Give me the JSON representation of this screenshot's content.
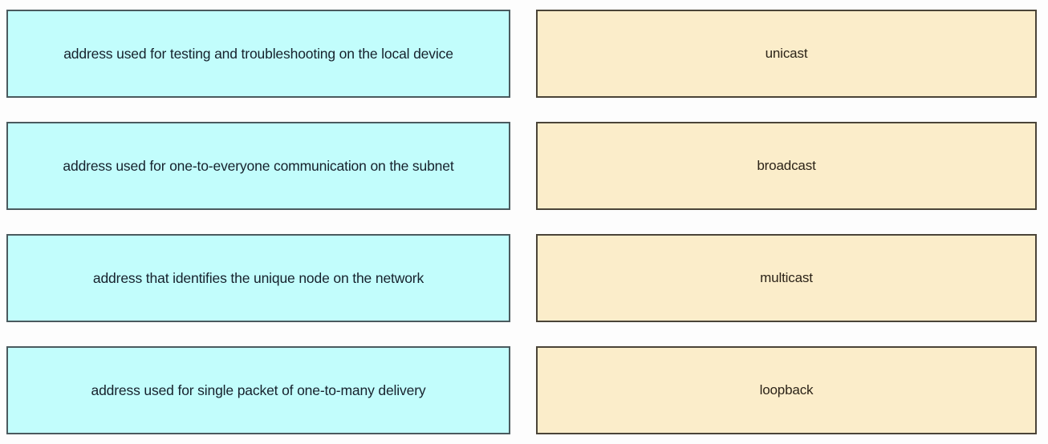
{
  "exercise": {
    "type": "matching",
    "columns": {
      "left": {
        "name": "descriptions",
        "fill_color": "#c2fdfc",
        "border_color": "#4a5a5e"
      },
      "right": {
        "name": "terms",
        "fill_color": "#fbedca",
        "border_color": "#4a4438"
      }
    },
    "rows": [
      {
        "description": "address used for testing and troubleshooting on the local device",
        "term": "unicast"
      },
      {
        "description": "address used for one-to-everyone communication on the subnet",
        "term": "broadcast"
      },
      {
        "description": "address that identifies the unique node on the network",
        "term": "multicast"
      },
      {
        "description": "address used for single packet of one-to-many delivery",
        "term": "loopback"
      }
    ]
  }
}
